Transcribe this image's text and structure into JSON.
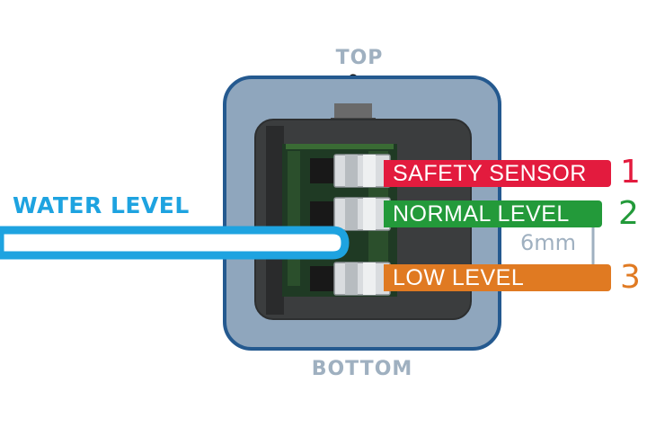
{
  "labels": {
    "top": "TOP",
    "bottom": "BOTTOM",
    "water_level": "WATER LEVEL"
  },
  "sensors": [
    {
      "name": "SAFETY SENSOR",
      "number": "1",
      "color": "#e31b3e"
    },
    {
      "name": "NORMAL LEVEL",
      "number": "2",
      "color": "#239a3a"
    },
    {
      "name": "LOW LEVEL",
      "number": "3",
      "color": "#e07a22"
    }
  ],
  "distance": "6mm",
  "colors": {
    "housing": "#24598f",
    "housing_inner": "#8fa6bd",
    "water": "#1ea3e0",
    "text_muted": "#9fb0c0"
  }
}
